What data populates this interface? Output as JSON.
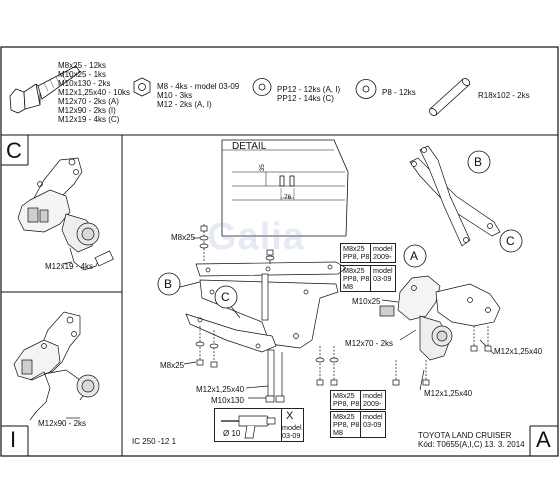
{
  "parts": {
    "bolt": {
      "lines": [
        "M8x25 - 12ks",
        "M10x25 - 1ks",
        "M10x130 - 2ks",
        "M12x1,25x40 - 10ks",
        "M12x70 - 2ks (A)",
        "M12x90 - 2ks (I)",
        "M12x19 - 4ks (C)"
      ]
    },
    "nut": {
      "lines": [
        "M8 - 4ks - model 03-09",
        "M10 - 3ks",
        "M12 - 2ks (A, I)"
      ]
    },
    "washer_pp": {
      "lines": [
        "PP12 - 12ks (A, I)",
        "PP12 - 14ks (C)"
      ]
    },
    "washer_p8": {
      "label": "P8 - 12ks"
    },
    "tube": {
      "label": "R18x102 - 2ks"
    }
  },
  "corners": {
    "c": "C",
    "i": "I",
    "a": "A"
  },
  "detail": {
    "title": "DETAIL",
    "dim_35": "35",
    "dim_76": "76"
  },
  "watermark": "Galia",
  "callouts": {
    "b_left": "B",
    "c_left": "C",
    "a_right": "A",
    "b_right": "B",
    "c_right": "C"
  },
  "labels": {
    "c_bolt": "M12x19 - 4ks",
    "i_bolt": "M12x90 - 2ks",
    "m8x25_top": "M8x25",
    "m8x25_bottom": "M8x25",
    "m12_left": "M12x1,25x40",
    "m10x130": "M10x130",
    "m10x25": "M10x25",
    "m12x70": "M12x70 - 2ks",
    "m12_right_top": "M12x1,25x40",
    "m12_right_bottom": "M12x1,25x40",
    "drill": "Ø 10",
    "drill_model": "model\n03-09",
    "drill_x": "X"
  },
  "model_tables": {
    "t1": {
      "left": "M8x25\nPP8, P8",
      "right": "model\n2009-"
    },
    "t2": {
      "left": "M8x25\nPP8, P8,\nM8",
      "right": "model\n03-09"
    },
    "t3": {
      "left": "M8x25\nPP8, P8",
      "right": "model\n2009-"
    },
    "t4": {
      "left": "M8x25\nPP8, P8,\nM8",
      "right": "model\n03-09"
    }
  },
  "footer": {
    "code": "IC 250 -12 1",
    "title": "TOYOTA LAND CRUISER",
    "kod": "Kód: T0655(A,I,C)  13. 3. 2014"
  }
}
